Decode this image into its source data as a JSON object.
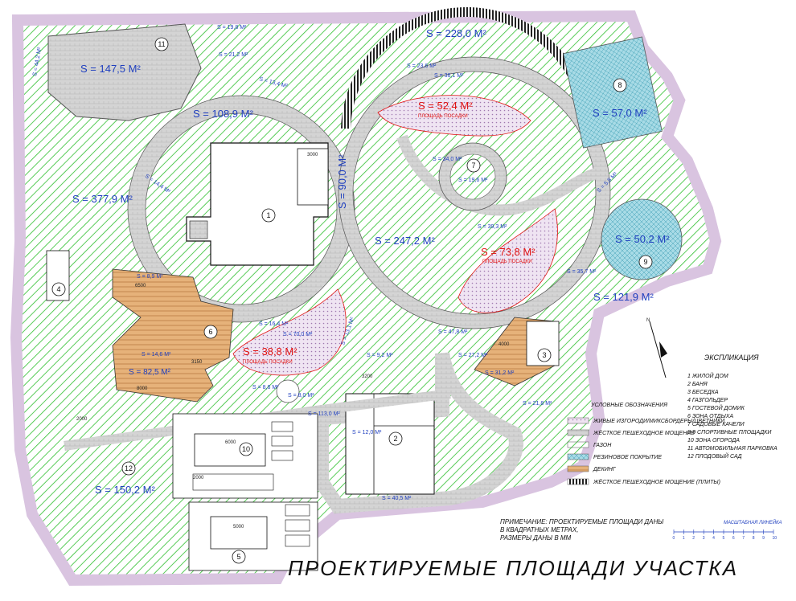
{
  "title": "ПРОЕКТИРУЕМЫЕ ПЛОЩАДИ УЧАСТКА",
  "note": [
    "ПРИМЕЧАНИЕ: ПРОЕКТИРУЕМЫЕ ПЛОЩАДИ ДАНЫ",
    "В КВАДРАТНЫХ МЕТРАХ,",
    "РАЗМЕРЫ ДАНЫ В ММ"
  ],
  "scale_label": "МАСШТАБНАЯ ЛИНЕЙКА",
  "scale_ticks": [
    "0",
    "1",
    "2",
    "3",
    "4",
    "5",
    "6",
    "7",
    "8",
    "9",
    "10"
  ],
  "north_label": "N",
  "legend": {
    "title": "УСЛОВНЫЕ ОБОЗНАЧЕНИЯ",
    "items": [
      {
        "label": "ЖИВЫЕ ИЗГОРОДИ/МИКСБОРДЕРЫ/ЦВЕТНИКИ",
        "kind": "hedge"
      },
      {
        "label": "ЖЁСТКОЕ ПЕШЕХОДНОЕ МОЩЕНИЕ",
        "kind": "paving"
      },
      {
        "label": "ГАЗОН",
        "kind": "lawn"
      },
      {
        "label": "РЕЗИНОВОЕ ПОКРЫТИЕ",
        "kind": "rubber"
      },
      {
        "label": "ДЕКИНГ",
        "kind": "decking"
      },
      {
        "label": "ЖЁСТКОЕ ПЕШЕХОДНОЕ МОЩЕНИЕ  (ПЛИТЫ)",
        "kind": "slabs"
      }
    ]
  },
  "explication": {
    "title": "ЭКСПЛИКАЦИЯ",
    "items": [
      "1 ЖИЛОЙ ДОМ",
      "2 БАНЯ",
      "3 БЕСЕДКА",
      "4 ГАЗГОЛЬДЕР",
      "5 ГОСТЕВОЙ ДОМИК",
      "6 ЗОНА ОТДЫХА",
      "7 САДОВЫЕ КАЧЕЛИ",
      "8-9 СПОРТИВНЫЕ ПЛОЩАДКИ",
      "10 ЗОНА ОГОРОДА",
      "11 АВТОМОБИЛЬНАЯ ПАРКОВКА",
      "12 ПЛОДОВЫЙ САД"
    ]
  },
  "areas_big": [
    "S = 228,0 M²",
    "S = 147,5 M²",
    "S = 108,9 M²",
    "S = 377,9 M²",
    "S = 57,0 M²",
    "S = 50,2 M²",
    "S = 247,2 M²",
    "S = 121,9 M²",
    "S = 150,2 M²",
    "S = 90,0 M²",
    "S = 82,5 M²"
  ],
  "areas_red": [
    "S = 52,4 M²",
    "S = 73,8 M²",
    "S = 38,8 M²"
  ],
  "areas_red_sub": "ПЛОЩАДЬ ПОСАДКИ",
  "areas_small": [
    "S = 19,8 M²",
    "S = 21,2 M²",
    "S = 13,4 M²",
    "S = 44,2 M²",
    "S = 23,6 M²",
    "S = 36,1 M²",
    "S = 34,0 M²",
    "S = 19,6 M²",
    "S = 39,3 M²",
    "S = 5,8 M²",
    "S = 35,7 M²",
    "S = 14,4 M²",
    "S = 8,9 M²",
    "S = 16,4 M²",
    "S = 70,0 M²",
    "S = 13,1 M²",
    "S = 14,6 M²",
    "S = 9,2 M²",
    "S = 47,8 M²",
    "S = 27,2 M²",
    "S = 31,2 M²",
    "S = 8,6 M²",
    "S = 8,0 M²",
    "S = 21,8 M²",
    "S = 113,0 M²",
    "S = 12,0 M²",
    "S = 40,5 M²"
  ],
  "building_numbers": [
    "1",
    "2",
    "3",
    "4",
    "5",
    "6",
    "7",
    "8",
    "9",
    "10",
    "11",
    "12"
  ],
  "dimensions": [
    "3000",
    "6000",
    "5000",
    "6500",
    "8000",
    "3150",
    "2000",
    "3200",
    "2000",
    "4000"
  ],
  "colors": {
    "lawn_hatch": "#2fbf2f",
    "hedge_fill": "#d9c4e0",
    "paving_fill": "#cfcfcf",
    "rubber_fill": "#7ec8d8",
    "decking_fill": "#d89a5a",
    "blue_label": "#1f3fbf",
    "red_label": "#e01010"
  }
}
